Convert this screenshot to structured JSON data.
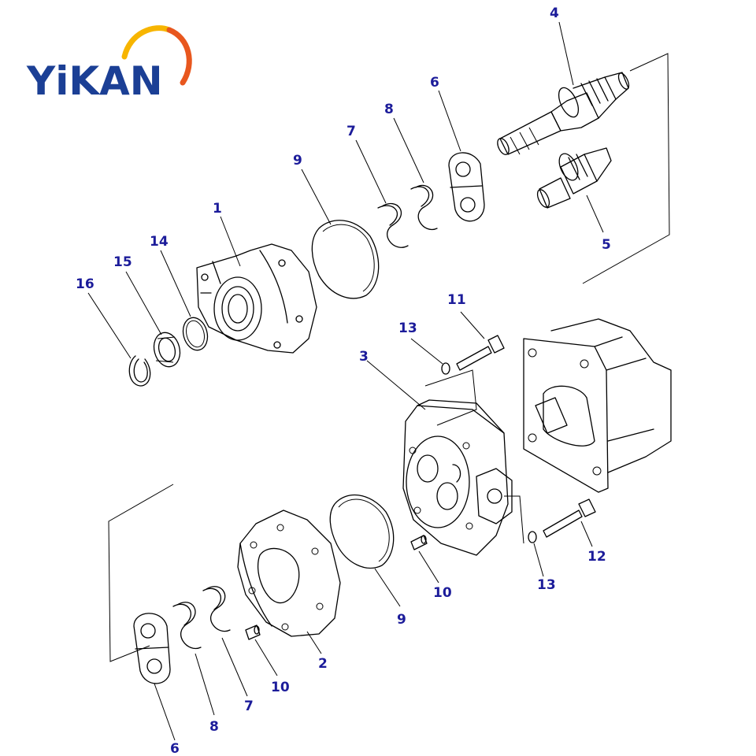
{
  "brand": {
    "logo_text": "YiKAN",
    "text_color": "#1b3f95",
    "arc_colors": [
      "#f7b500",
      "#e8571e"
    ]
  },
  "callout_color": "#1c1c9a",
  "callouts": [
    {
      "id": "c4",
      "text": "4"
    },
    {
      "id": "c6a",
      "text": "6"
    },
    {
      "id": "c8a",
      "text": "8"
    },
    {
      "id": "c7a",
      "text": "7"
    },
    {
      "id": "c9a",
      "text": "9"
    },
    {
      "id": "c1",
      "text": "1"
    },
    {
      "id": "c14",
      "text": "14"
    },
    {
      "id": "c15",
      "text": "15"
    },
    {
      "id": "c16",
      "text": "16"
    },
    {
      "id": "c5",
      "text": "5"
    },
    {
      "id": "c11",
      "text": "11"
    },
    {
      "id": "c13a",
      "text": "13"
    },
    {
      "id": "c3",
      "text": "3"
    },
    {
      "id": "c12",
      "text": "12"
    },
    {
      "id": "c13b",
      "text": "13"
    },
    {
      "id": "c10a",
      "text": "10"
    },
    {
      "id": "c9b",
      "text": "9"
    },
    {
      "id": "c2",
      "text": "2"
    },
    {
      "id": "c10b",
      "text": "10"
    },
    {
      "id": "c7b",
      "text": "7"
    },
    {
      "id": "c8b",
      "text": "8"
    },
    {
      "id": "c6b",
      "text": "6"
    }
  ]
}
